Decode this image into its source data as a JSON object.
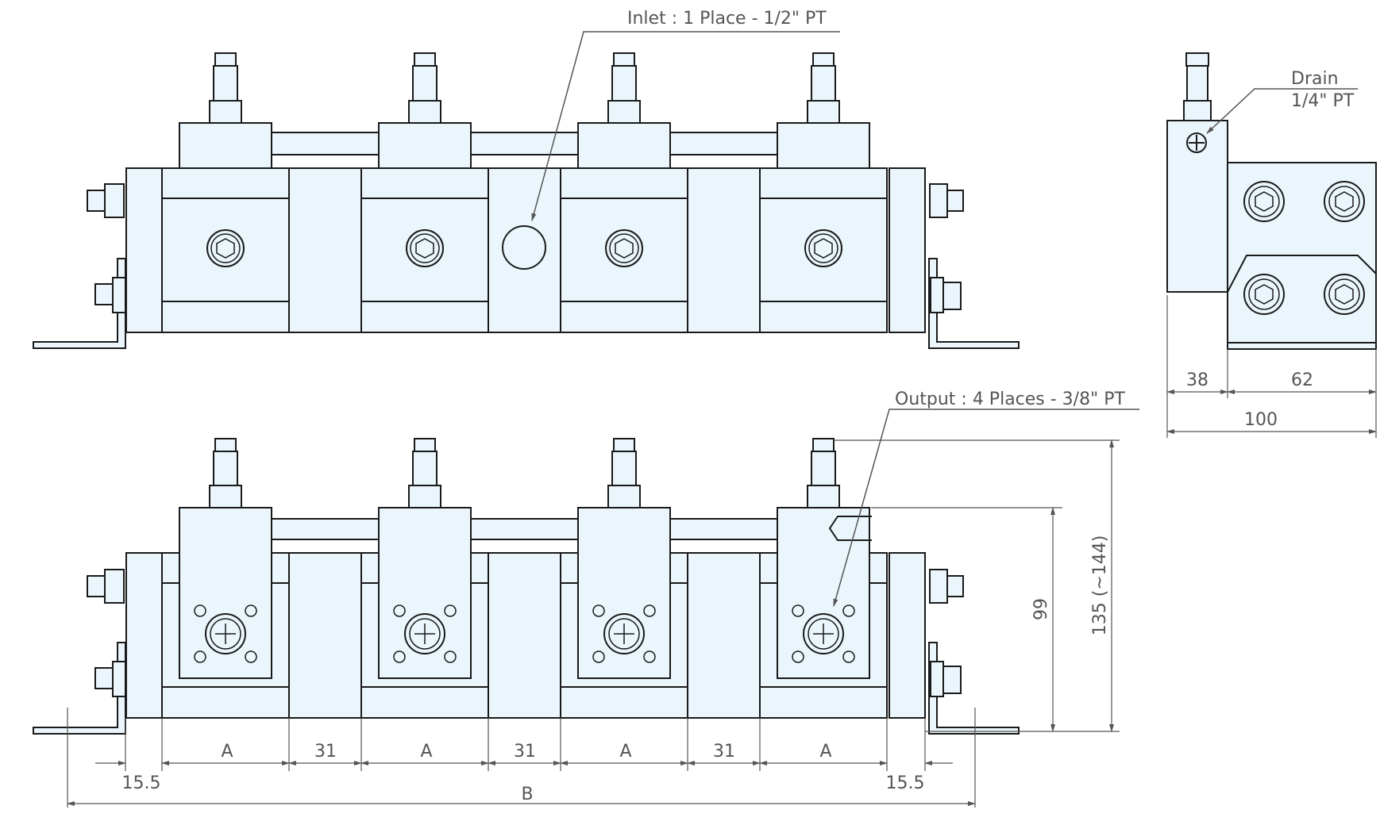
{
  "callouts": {
    "inlet": "Inlet : 1 Place - 1/2\" PT",
    "drain_line1": "Drain",
    "drain_line2": "1/4\" PT",
    "output": "Output : 4 Places - 3/8\" PT"
  },
  "dimensions": {
    "a1": "A",
    "a2": "A",
    "a3": "A",
    "a4": "A",
    "gap1": "31",
    "gap2": "31",
    "gap3": "31",
    "edge_left": "15.5",
    "edge_right": "15.5",
    "total": "B",
    "height_body": "99",
    "height_total": "135 (~144)",
    "side_left": "38",
    "side_right": "62",
    "side_total": "100"
  },
  "colors": {
    "fill": "#eaf6fc",
    "stroke": "#1a1a1a",
    "dimension": "#555555"
  }
}
